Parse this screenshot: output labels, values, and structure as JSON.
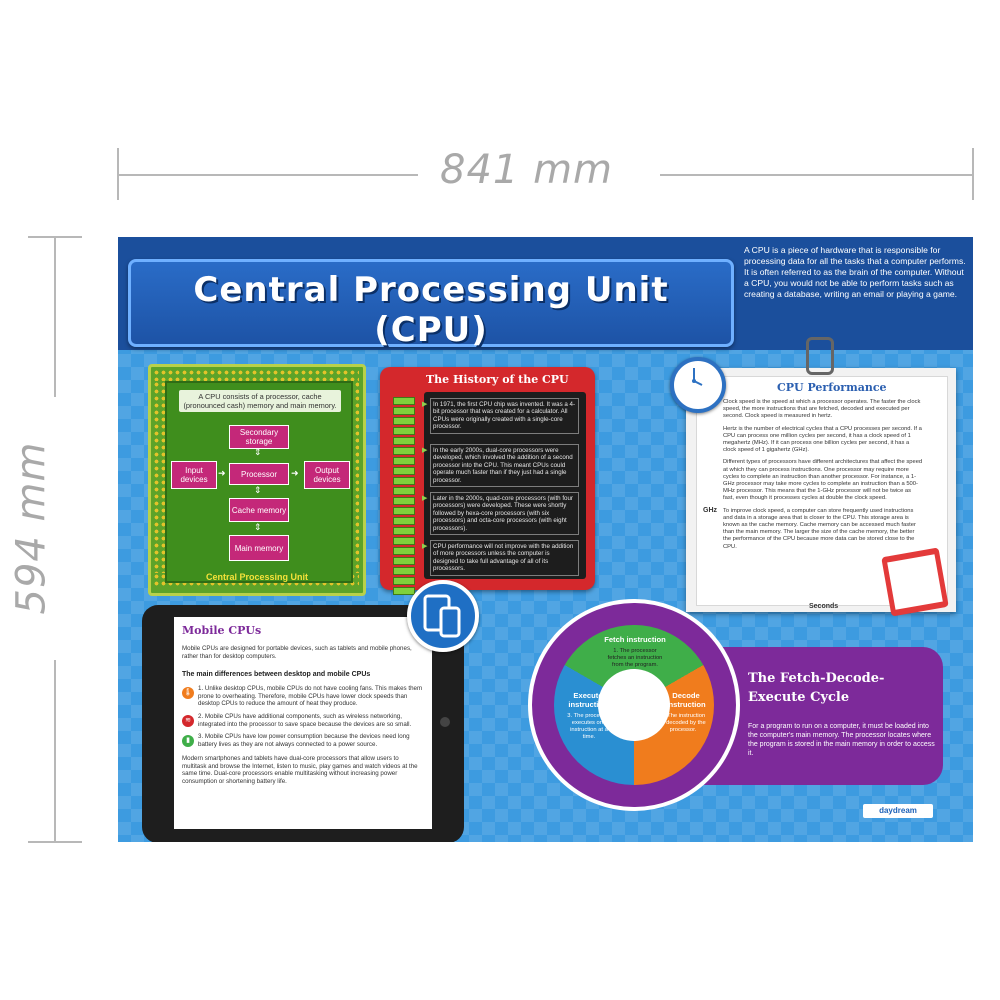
{
  "dimensions": {
    "width_label": "841 mm",
    "height_label": "594 mm"
  },
  "poster": {
    "title": "Central Processing Unit (CPU)",
    "intro": "A CPU is a piece of hardware that is responsible for processing data for all the tasks that a computer performs. It is often referred to as the brain of the computer. Without a CPU, you would not be able to perform tasks such as creating a database, writing an email or playing a game.",
    "chip": {
      "note": "A CPU consists of a processor, cache (pronounced cash) memory and main memory.",
      "secondary_storage": "Secondary storage",
      "input_devices": "Input devices",
      "processor": "Processor",
      "output_devices": "Output devices",
      "cache_memory": "Cache memory",
      "main_memory": "Main memory",
      "caption": "Central Processing Unit"
    },
    "history": {
      "title": "The History of the CPU",
      "items": [
        "In 1971, the first CPU chip was invented. It was a 4-bit processor that was created for a calculator. All CPUs were originally created with a single-core processor.",
        "In the early 2000s, dual-core processors were developed, which involved the addition of a second processor into the CPU. This meant CPUs could operate much faster than if they just had a single processor.",
        "Later in the 2000s, quad-core processors (with four processors) were developed. These were shortly followed by hexa-core processors (with six processors) and octa-core processors (with eight processors).",
        "CPU performance will not improve with the addition of more processors unless the computer is designed to take full advantage of all of its processors."
      ]
    },
    "performance": {
      "title": "CPU Performance",
      "paragraphs": [
        "Clock speed is the speed at which a processor operates. The faster the clock speed, the more instructions that are fetched, decoded and executed per second. Clock speed is measured in hertz.",
        "Hertz is the number of electrical cycles that a CPU processes per second. If a CPU can process one million cycles per second, it has a clock speed of 1 megahertz (MHz). If it can process one billion cycles per second, it has a clock speed of 1 gigahertz (GHz).",
        "Different types of processors have different architectures that affect the speed at which they can process instructions. One processor may require more cycles to complete an instruction than another processor. For instance, a 1-GHz processor may take more cycles to complete an instruction than a 500-MHz processor. This means that the 1-GHz processor will not be twice as fast, even though it processes cycles at double the clock speed.",
        "To improve clock speed, a computer can store frequently used instructions and data in a storage area that is closer to the CPU. This storage area is known as the cache memory. Cache memory can be accessed much faster than the main memory. The larger the size of the cache memory, the better the performance of the CPU because more data can be stored close to the CPU."
      ],
      "y_axis": "GHz",
      "x_axis": "Seconds"
    },
    "mobile": {
      "title": "Mobile CPUs",
      "intro": "Mobile CPUs are designed for portable devices, such as tablets and mobile phones, rather than for desktop computers.",
      "subtitle": "The main differences between desktop and mobile CPUs",
      "points": [
        "1. Unlike desktop CPUs, mobile CPUs do not have cooling fans. This makes them prone to overheating. Therefore, mobile CPUs have lower clock speeds than desktop CPUs to reduce the amount of heat they produce.",
        "2. Mobile CPUs have additional components, such as wireless networking, integrated into the processor to save space because the devices are so small.",
        "3. Mobile CPUs have low power consumption because the devices need long battery lives as they are not always connected to a power source."
      ],
      "outro": "Modern smartphones and tablets have dual-core processors that allow users to multitask and browse the Internet, listen to music, play games and watch videos at the same time. Dual-core processors enable multitasking without increasing power consumption or shortening battery life."
    },
    "fde": {
      "title": "The Fetch-Decode-Execute Cycle",
      "text": "For a program to run on a computer, it must be loaded into the computer's main memory. The processor locates where the program is stored in the main memory in order to access it.",
      "fetch_title": "Fetch instruction",
      "fetch_text": "1. The processor fetches an instruction from the program.",
      "decode_title": "Decode instruction",
      "decode_text": "2. The instruction is decoded by the processor.",
      "execute_title": "Execute instruction",
      "execute_text": "3. The processor executes one instruction at a time.",
      "colors": {
        "fetch": "#3fae49",
        "decode": "#f07c1d",
        "execute": "#2a8fd2"
      }
    },
    "logo": "daydream"
  }
}
